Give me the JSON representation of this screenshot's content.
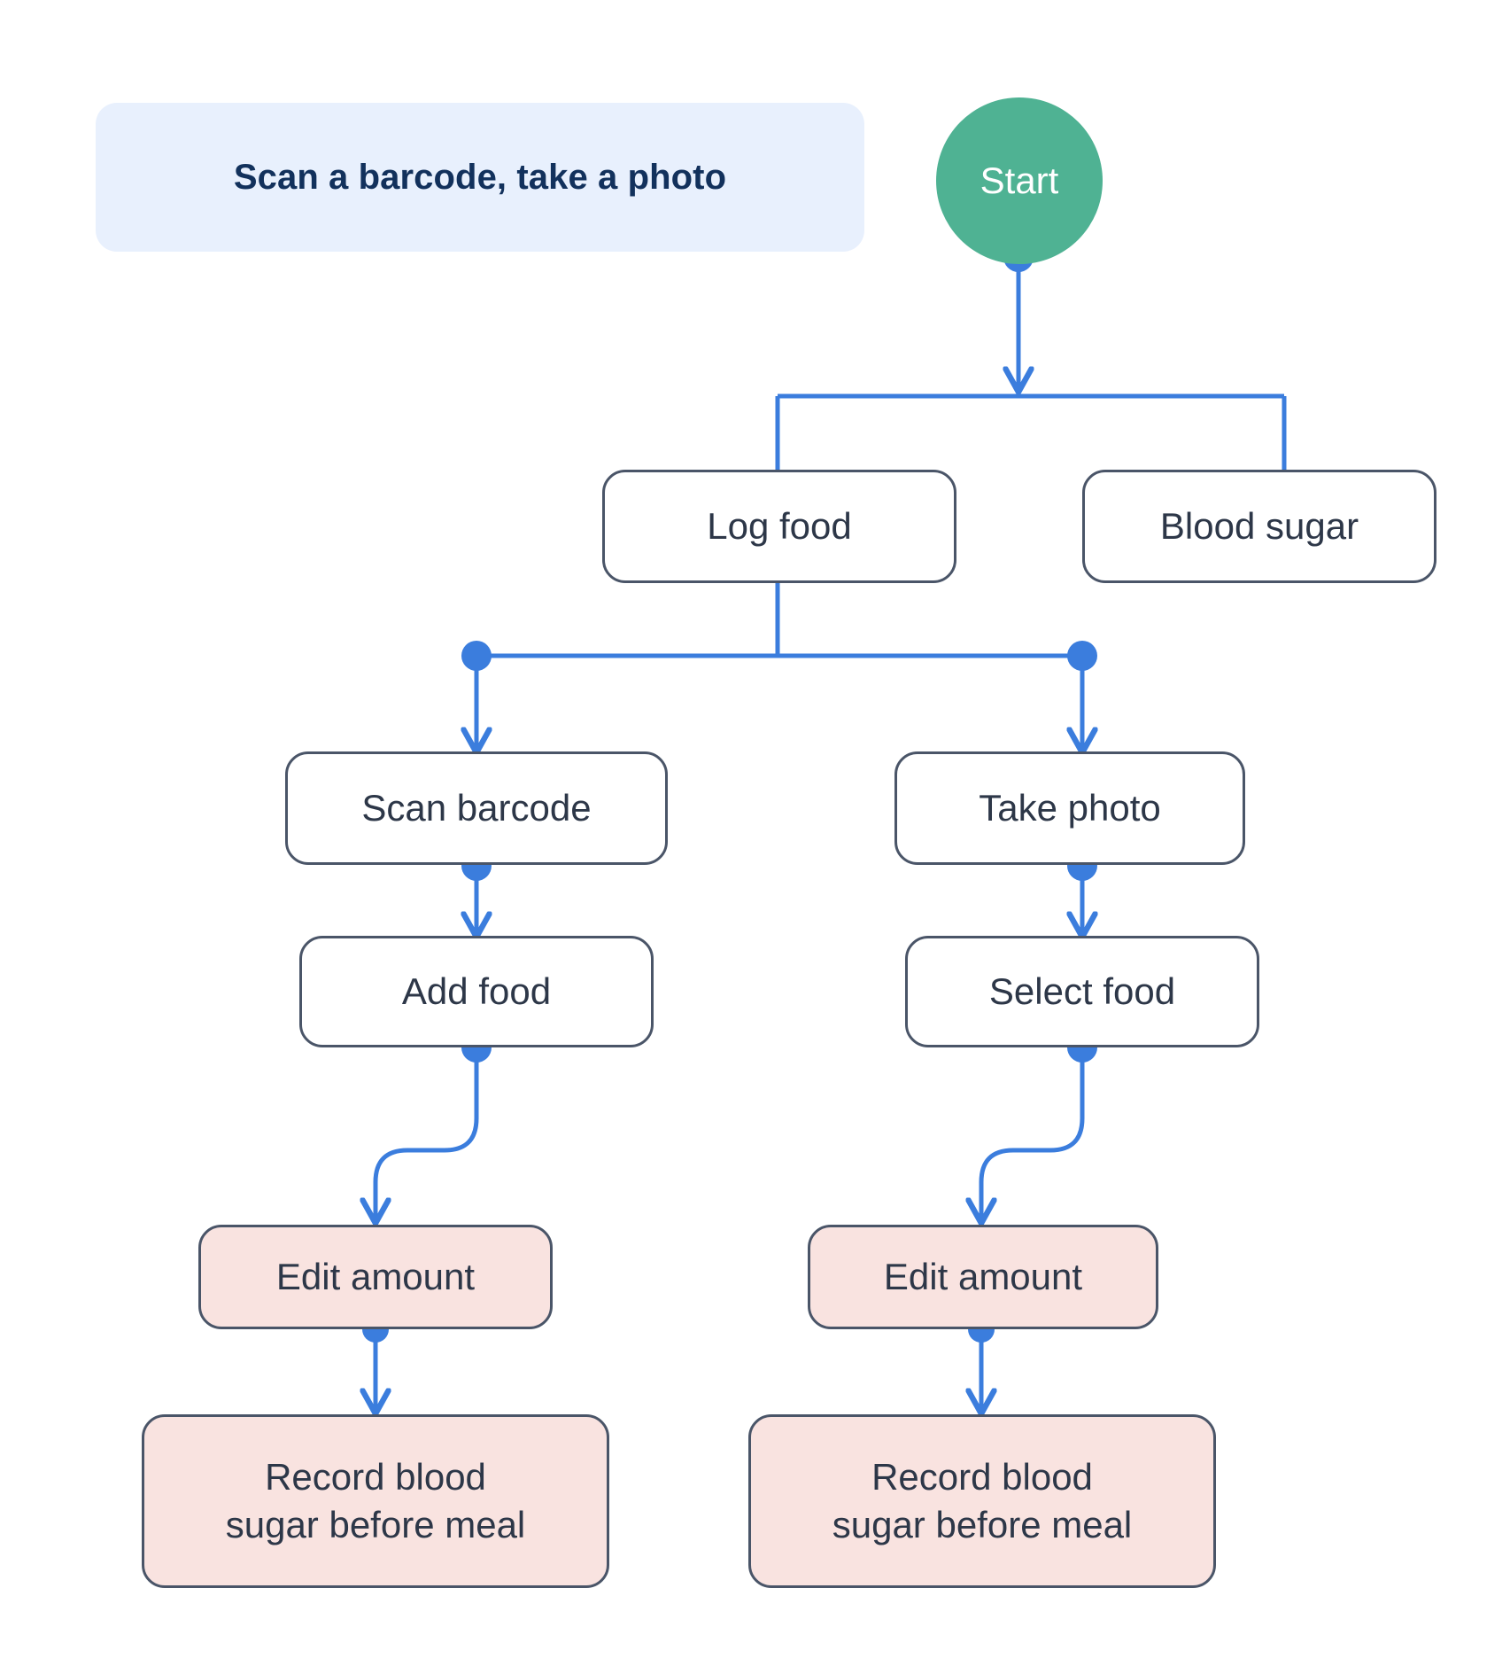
{
  "diagram": {
    "title_banner": "Scan a barcode, take a photo",
    "colors": {
      "banner_bg": "#e8f0fd",
      "banner_text": "#12315c",
      "start_fill": "#4fb293",
      "start_text": "#ffffff",
      "node_border": "#4a5568",
      "node_text": "#2d3748",
      "node_fill_white": "#ffffff",
      "node_fill_pink": "#f9e3e0",
      "edge_blue": "#3b7ddd",
      "page_bg": "#ffffff"
    },
    "nodes": {
      "start": "Start",
      "log_food": "Log food",
      "blood_sugar": "Blood sugar",
      "scan_barcode": "Scan barcode",
      "take_photo": "Take photo",
      "add_food": "Add food",
      "select_food": "Select food",
      "edit_amount_left": "Edit amount",
      "edit_amount_right": "Edit amount",
      "record_left_line1": "Record blood",
      "record_left_line2": "sugar before meal",
      "record_right_line1": "Record blood",
      "record_right_line2": "sugar before meal"
    },
    "edges": [
      {
        "from": "start",
        "to": "log_food"
      },
      {
        "from": "start",
        "to": "blood_sugar"
      },
      {
        "from": "log_food",
        "to": "scan_barcode"
      },
      {
        "from": "log_food",
        "to": "take_photo"
      },
      {
        "from": "scan_barcode",
        "to": "add_food"
      },
      {
        "from": "take_photo",
        "to": "select_food"
      },
      {
        "from": "add_food",
        "to": "edit_amount_left"
      },
      {
        "from": "select_food",
        "to": "edit_amount_right"
      },
      {
        "from": "edit_amount_left",
        "to": "record_left"
      },
      {
        "from": "edit_amount_right",
        "to": "record_right"
      }
    ]
  }
}
